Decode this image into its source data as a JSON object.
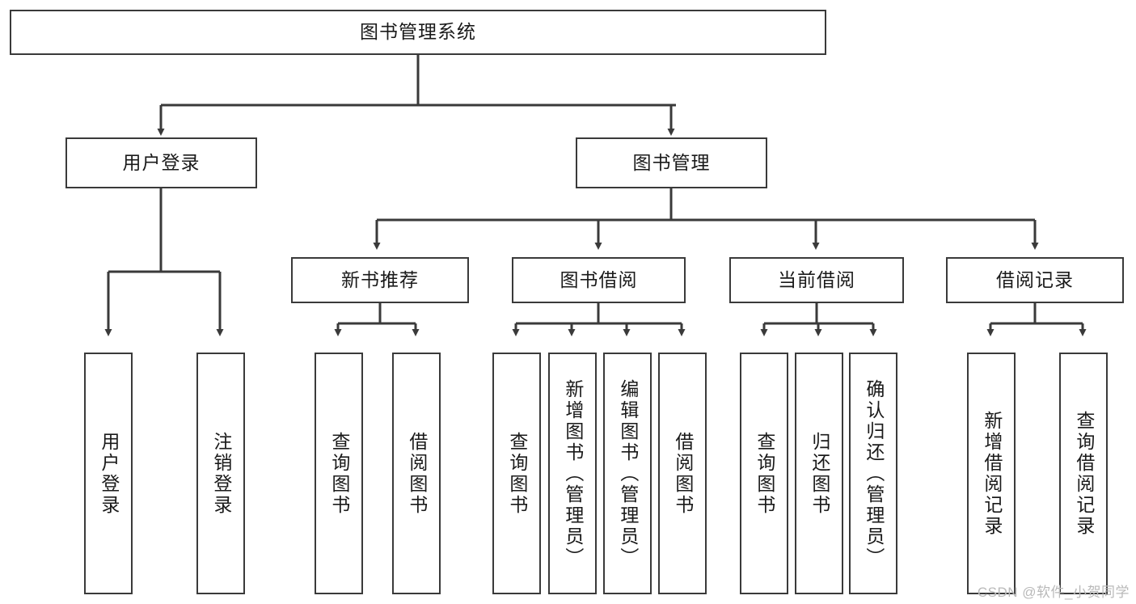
{
  "diagram": {
    "title": "图书管理系统",
    "watermark": "CSDN @软件_小贺同学",
    "line_color": "#3a3a3a",
    "box_fill": "#ffffff",
    "text_color": "#1a1a1a",
    "watermark_color": "#b9b9b9"
  },
  "nodes": {
    "root": {
      "label": "图书管理系统"
    },
    "level2": [
      {
        "label": "用户登录"
      },
      {
        "label": "图书管理"
      }
    ],
    "level3": [
      {
        "label": "新书推荐"
      },
      {
        "label": "图书借阅"
      },
      {
        "label": "当前借阅"
      },
      {
        "label": "借阅记录"
      }
    ],
    "leaves": {
      "user_login": [
        {
          "label": "用户登录"
        },
        {
          "label": "注销登录"
        }
      ],
      "new_book_recommend": [
        {
          "label": "查询图书"
        },
        {
          "label": "借阅图书"
        }
      ],
      "book_borrow": [
        {
          "label": "查询图书"
        },
        {
          "label": "新增图书（管理员）"
        },
        {
          "label": "编辑图书（管理员）"
        },
        {
          "label": "借阅图书"
        }
      ],
      "current_borrow": [
        {
          "label": "查询图书"
        },
        {
          "label": "归还图书"
        },
        {
          "label": "确认归还（管理员）"
        }
      ],
      "borrow_record": [
        {
          "label": "新增借阅记录"
        },
        {
          "label": "查询借阅记录"
        }
      ]
    }
  },
  "chart_data": {
    "type": "table",
    "title": "图书管理系统 功能结构图",
    "hierarchy": [
      {
        "name": "图书管理系统",
        "children": [
          {
            "name": "用户登录",
            "children": [
              {
                "name": "用户登录"
              },
              {
                "name": "注销登录"
              }
            ]
          },
          {
            "name": "图书管理",
            "children": [
              {
                "name": "新书推荐",
                "children": [
                  {
                    "name": "查询图书"
                  },
                  {
                    "name": "借阅图书"
                  }
                ]
              },
              {
                "name": "图书借阅",
                "children": [
                  {
                    "name": "查询图书"
                  },
                  {
                    "name": "新增图书（管理员）"
                  },
                  {
                    "name": "编辑图书（管理员）"
                  },
                  {
                    "name": "借阅图书"
                  }
                ]
              },
              {
                "name": "当前借阅",
                "children": [
                  {
                    "name": "查询图书"
                  },
                  {
                    "name": "归还图书"
                  },
                  {
                    "name": "确认归还（管理员）"
                  }
                ]
              },
              {
                "name": "借阅记录",
                "children": [
                  {
                    "name": "新增借阅记录"
                  },
                  {
                    "name": "查询借阅记录"
                  }
                ]
              }
            ]
          }
        ]
      }
    ]
  }
}
